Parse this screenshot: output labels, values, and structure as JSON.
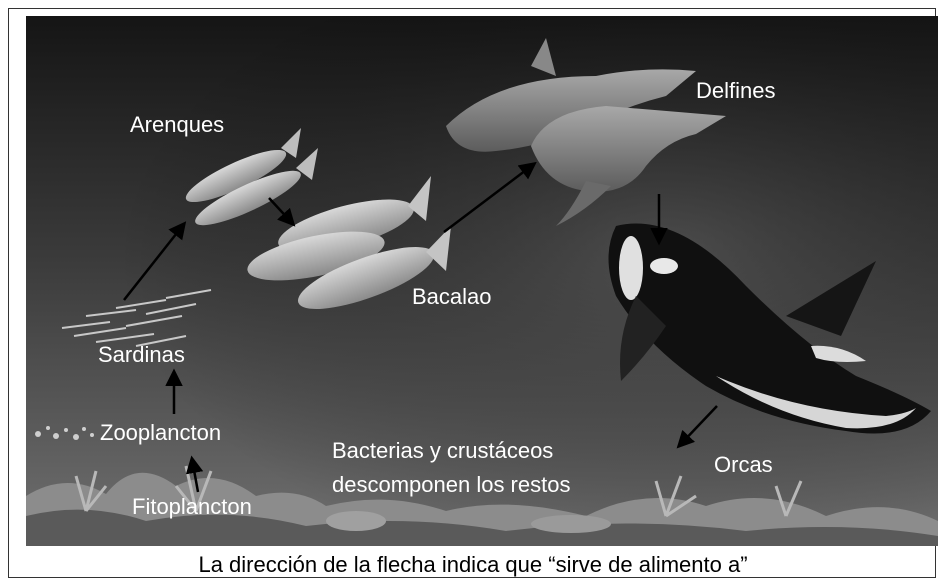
{
  "labels": {
    "arenques": "Arenques",
    "delfines": "Delfines",
    "bacalao": "Bacalao",
    "sardinas": "Sardinas",
    "zooplancton": "Zooplancton",
    "fitoplancton": "Fitoplancton",
    "bacterias_line1": "Bacterias y crustáceos",
    "bacterias_line2": "descomponen los restos",
    "orcas": "Orcas"
  },
  "caption": "La dirección de la flecha indica que “sirve de alimento a”",
  "colors": {
    "background_top": "#1a1a1a",
    "background_bottom": "#6a6a6a",
    "label_text": "#ffffff",
    "arrow": "#000000"
  },
  "food_chain": [
    {
      "from": "Fitoplancton",
      "to": "Zooplancton"
    },
    {
      "from": "Zooplancton",
      "to": "Sardinas"
    },
    {
      "from": "Sardinas",
      "to": "Arenques"
    },
    {
      "from": "Arenques",
      "to": "Bacalao"
    },
    {
      "from": "Bacalao",
      "to": "Delfines"
    },
    {
      "from": "Delfines",
      "to": "Orcas"
    },
    {
      "from": "Orcas",
      "to": "Bacterias y crustáceos"
    }
  ]
}
